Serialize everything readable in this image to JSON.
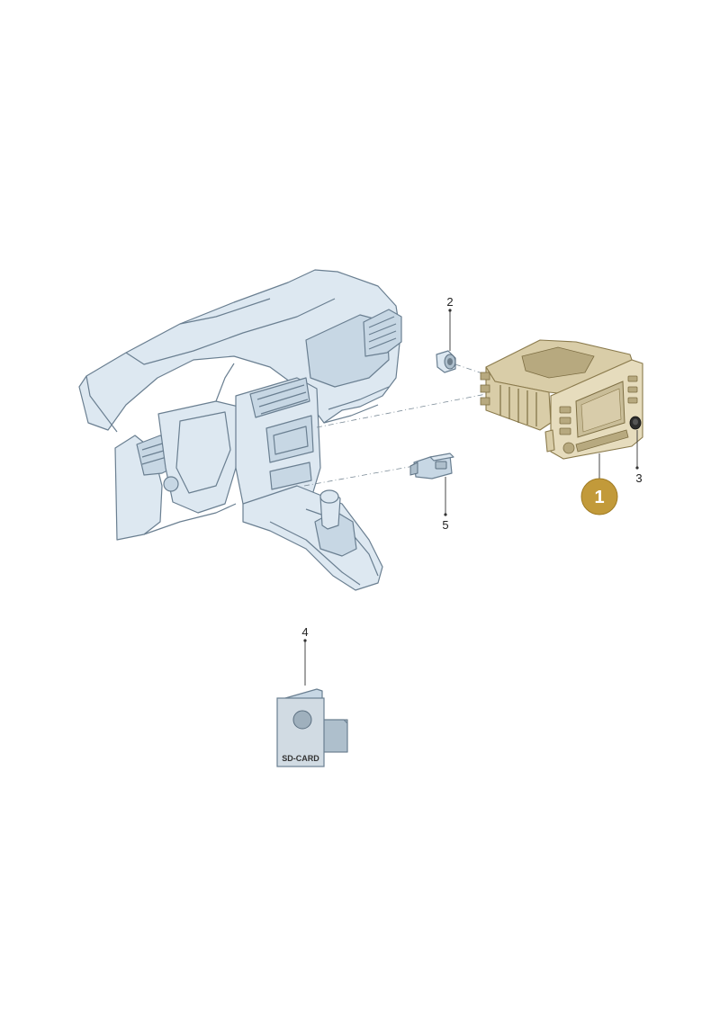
{
  "callouts": {
    "part1": "1",
    "part2": "2",
    "part3": "3",
    "part4": "4",
    "part5": "5"
  },
  "sd_card_label": "SD-CARD",
  "colors": {
    "highlight_badge": "#c29a3a",
    "highlight_part": "#d9cda8",
    "line_art": "#6a7f91",
    "line_fill": "#dde8f1"
  },
  "icons": {
    "dashboard": "dashboard-illustration",
    "radio_unit": "radio-navigation-unit",
    "knob": "rotary-knob",
    "connector": "usb-connector",
    "sd_card": "sd-card-booklet"
  }
}
